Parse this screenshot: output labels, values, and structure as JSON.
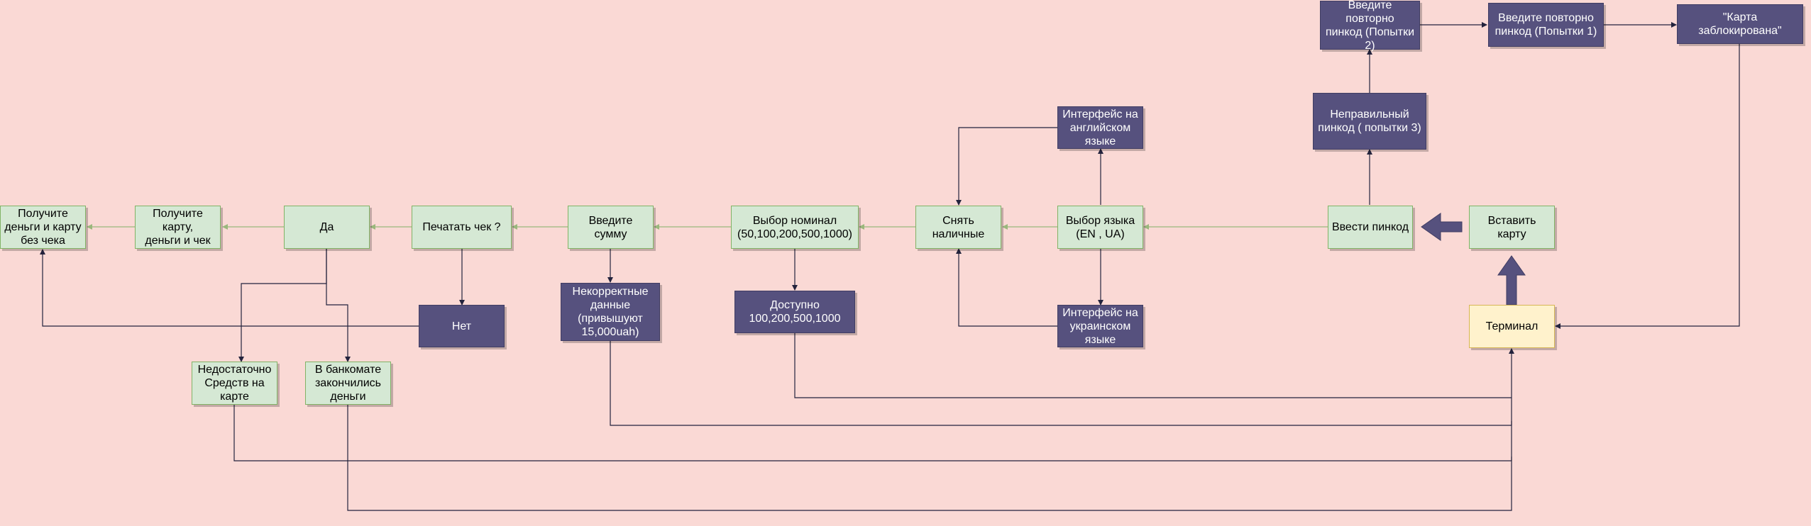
{
  "colors": {
    "background": "#fad9d5",
    "green_fill": "#d5e8d4",
    "green_stroke": "#82b366",
    "purple_fill": "#56517e",
    "yellow_fill": "#fff2cc",
    "edge_dark": "#23233d",
    "edge_green": "#9ab77c"
  },
  "nodes": {
    "receive_money_no_receipt": "Получите\nденьги и карту\nбез чека",
    "receive_card_money_receipt": "Получите карту,\nденьги и чек",
    "yes": "Да",
    "print_receipt": "Печатать чек ?",
    "enter_amount": "Введите сумму",
    "choose_denomination": "Выбор номинал\n(50,100,200,500,1000)",
    "withdraw_cash": "Снять\nналичные",
    "choose_language": "Выбор языка\n(EN , UA)",
    "enter_pin": "Ввести пинкод",
    "insert_card": "Вставить\nкарту",
    "terminal": "Терминал",
    "no": "Нет",
    "incorrect_data": "Некорректные\nданные\n(привышуют\n15,000uah)",
    "available": "Доступно\n100,200,500,1000",
    "interface_en": "Интерфейс на\nанглийском\nязыке",
    "interface_ua": "Интерфейс на\nукраинском\nязыке",
    "insufficient_funds": "Недостаточно\nСредств на\nкарте",
    "atm_out_of_money": "В банкомате\nзакончились\nденьги",
    "wrong_pin_3": "Неправильный\nпинкод ( попытки 3)",
    "retry_pin_2": "Введите повторно\nпинкод (Попытки\n2)",
    "retry_pin_1": "Введите повторно\nпинкод (Попытки 1)",
    "card_blocked": "\"Карта\nзаблокирована\""
  }
}
